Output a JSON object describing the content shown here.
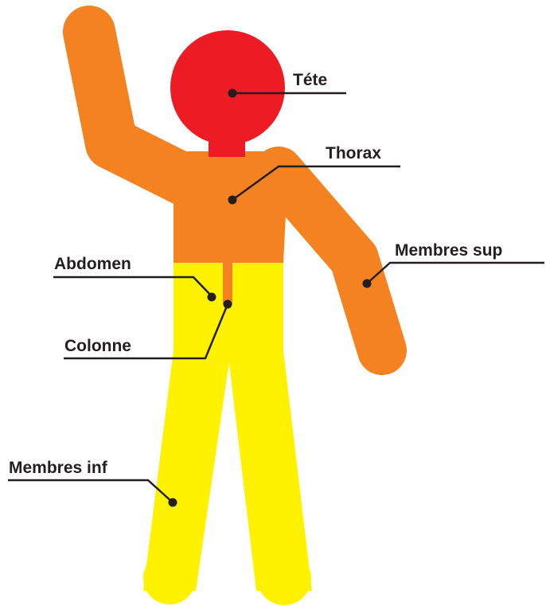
{
  "colors": {
    "head": "#ed1c24",
    "upper_body": "#f58220",
    "lower_body": "#fff200",
    "leader": "#231f20",
    "background": "#ffffff"
  },
  "labels": {
    "head": "Téte",
    "thorax": "Thorax",
    "upper_limbs": "Membres sup",
    "abdomen": "Abdomen",
    "spine": "Colonne",
    "lower_limbs": "Membres inf"
  }
}
